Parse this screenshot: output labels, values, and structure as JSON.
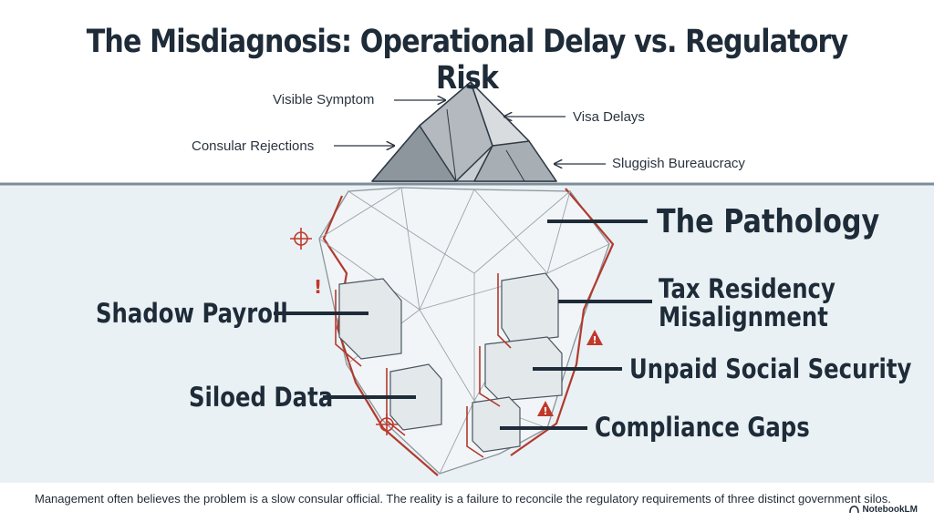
{
  "title": "The Misdiagnosis: Operational Delay vs. Regulatory Risk",
  "above_water": {
    "labels": {
      "visible_symptom": "Visible Symptom",
      "visa_delays": "Visa Delays",
      "consular_rejections": "Consular Rejections",
      "sluggish_bureaucracy": "Sluggish Bureaucracy"
    }
  },
  "below_water": {
    "labels": {
      "pathology": "The Pathology",
      "tax_residency_line1": "Tax Residency",
      "tax_residency_line2": "Misalignment",
      "shadow_payroll": "Shadow Payroll",
      "unpaid_social_security": "Unpaid Social Security",
      "siloed_data": "Siloed Data",
      "compliance_gaps": "Compliance Gaps"
    }
  },
  "caption": "Management often believes the problem is a slow consular official. The reality is a failure to reconcile the regulatory requirements of three distinct government silos.",
  "brand": "NotebookLM",
  "colors": {
    "water": "#eaf1f4",
    "waterline": "#7d8d99",
    "ice_dark": "#9ea5ab",
    "ice_light": "#c9ced2",
    "ink": "#1e2b38",
    "alert_red": "#c0392b"
  }
}
